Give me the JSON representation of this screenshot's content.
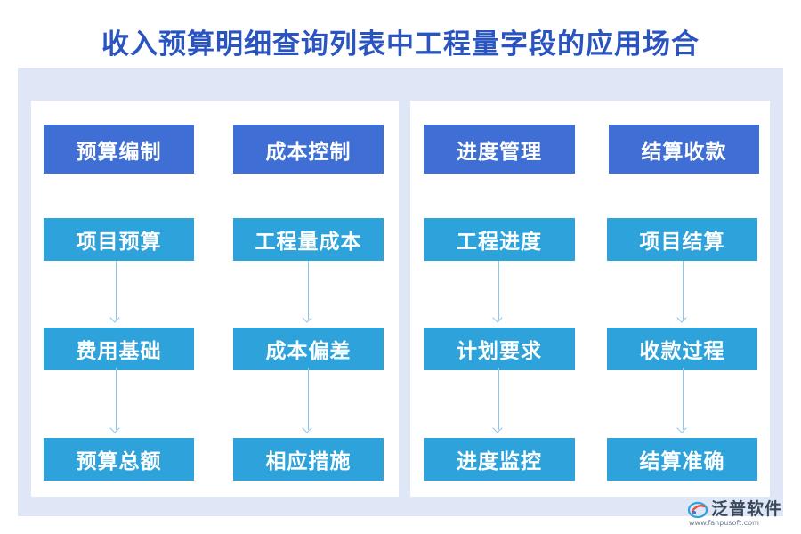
{
  "title": "收入预算明细查询列表中工程量字段的应用场合",
  "colors": {
    "title": "#2a54c0",
    "header_box": "#3f6fd4",
    "item_box": "#2ea3db",
    "outer_bg": "#dfe6f5",
    "arrow": "#8cc6e8"
  },
  "columns": [
    {
      "header": "预算编制",
      "items": [
        "项目预算",
        "费用基础",
        "预算总额"
      ]
    },
    {
      "header": "成本控制",
      "items": [
        "工程量成本",
        "成本偏差",
        "相应措施"
      ]
    },
    {
      "header": "进度管理",
      "items": [
        "工程进度",
        "计划要求",
        "进度监控"
      ]
    },
    {
      "header": "结算收款",
      "items": [
        "项目结算",
        "收款过程",
        "结算准确"
      ]
    }
  ],
  "logo": {
    "name": "泛普软件",
    "url": "www.fanpusoft.com",
    "icon": "fanpu-logo-icon"
  }
}
